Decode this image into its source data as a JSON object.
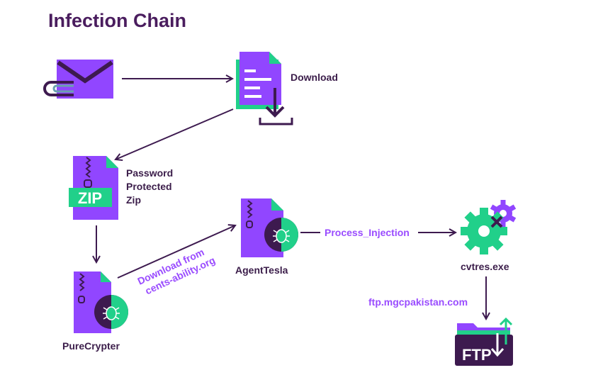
{
  "title": "Infection Chain",
  "colors": {
    "purple": "#9146ff",
    "dark_purple": "#3d1a4f",
    "green": "#21d08a",
    "title": "#4a1d5e",
    "edge_label": "#9a4cff"
  },
  "nodes": {
    "email": {
      "icon": "email-attachment-icon"
    },
    "download": {
      "label": "Download",
      "icon": "document-download-icon"
    },
    "zip": {
      "label_lines": [
        "Password",
        "Protected",
        "Zip"
      ],
      "badge": "ZIP",
      "icon": "zip-file-icon"
    },
    "purecrypter": {
      "label": "PureCrypter",
      "icon": "malware-file-icon"
    },
    "agenttesla": {
      "label": "AgentTesla",
      "icon": "malware-file-icon"
    },
    "cvtres": {
      "label": "cvtres.exe",
      "icon": "gear-icon"
    },
    "ftp": {
      "badge": "FTP",
      "icon": "ftp-folder-icon"
    }
  },
  "edges": {
    "download_from": [
      "Download from",
      "cents-ability.org"
    ],
    "process_injection": "Process_Injection",
    "ftp_host": "ftp.mgcpakistan.com"
  }
}
